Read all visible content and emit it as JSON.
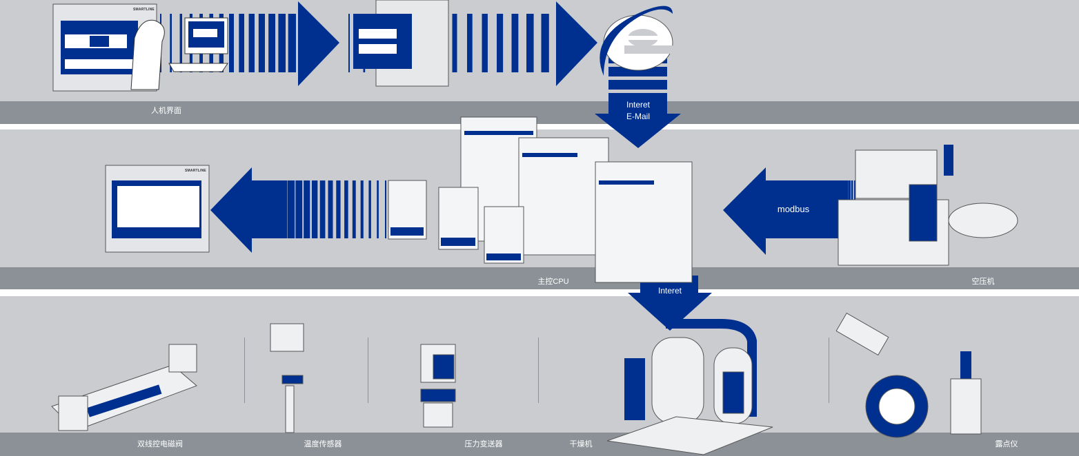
{
  "colors": {
    "brand_blue": "#00308f",
    "panel": "#cbccd0",
    "band": "#8b9196"
  },
  "row1": {
    "hmi_label": "人机界面",
    "hmi_brand": "SMARTLINE",
    "internet_arrow": {
      "line1": "Interet",
      "line2": "E-Mail"
    }
  },
  "row2": {
    "panel_brand": "SMARTLINE",
    "cpu_label": "主控CPU",
    "compressor_label": "空压机",
    "modbus_label": "modbus",
    "internet_label": "Interet"
  },
  "row3": {
    "devices": [
      {
        "label": "双线控电磁阀"
      },
      {
        "label": "温度传感器"
      },
      {
        "label": "压力变送器"
      },
      {
        "label": "干燥机"
      },
      {
        "label": "露点仪"
      }
    ]
  }
}
